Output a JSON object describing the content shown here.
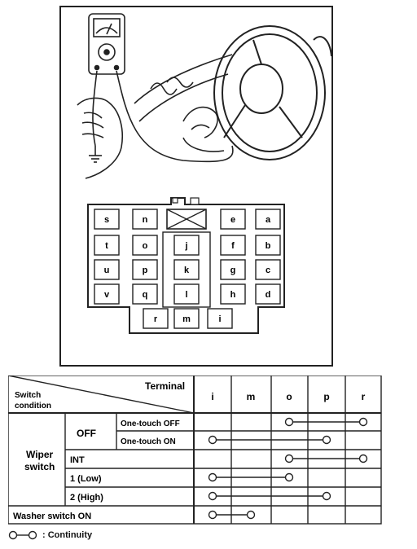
{
  "figure": {
    "connector_terminals": [
      {
        "id": "a",
        "label": "a"
      },
      {
        "id": "b",
        "label": "b"
      },
      {
        "id": "c",
        "label": "c"
      },
      {
        "id": "d",
        "label": "d"
      },
      {
        "id": "e",
        "label": "e"
      },
      {
        "id": "f",
        "label": "f"
      },
      {
        "id": "g",
        "label": "g"
      },
      {
        "id": "h",
        "label": "h"
      },
      {
        "id": "i",
        "label": "i"
      },
      {
        "id": "j",
        "label": "j"
      },
      {
        "id": "k",
        "label": "k"
      },
      {
        "id": "l",
        "label": "l"
      },
      {
        "id": "m",
        "label": "m"
      },
      {
        "id": "n",
        "label": "n"
      },
      {
        "id": "o",
        "label": "o"
      },
      {
        "id": "p",
        "label": "p"
      },
      {
        "id": "q",
        "label": "q"
      },
      {
        "id": "r",
        "label": "r"
      },
      {
        "id": "s",
        "label": "s"
      },
      {
        "id": "t",
        "label": "t"
      },
      {
        "id": "u",
        "label": "u"
      },
      {
        "id": "v",
        "label": "v"
      }
    ]
  },
  "table": {
    "header_terminal": "Terminal",
    "header_switch_condition": "Switch condition",
    "columns": [
      "i",
      "m",
      "o",
      "p",
      "r"
    ],
    "wiper_switch_label": "Wiper switch",
    "off_label": "OFF",
    "one_touch_off": "One-touch OFF",
    "one_touch_on": "One-touch ON",
    "int_label": "INT",
    "low_label": "1 (Low)",
    "high_label": "2 (High)",
    "washer_label": "Washer switch ON"
  },
  "legend": {
    "continuity_text": ": Continuity"
  }
}
